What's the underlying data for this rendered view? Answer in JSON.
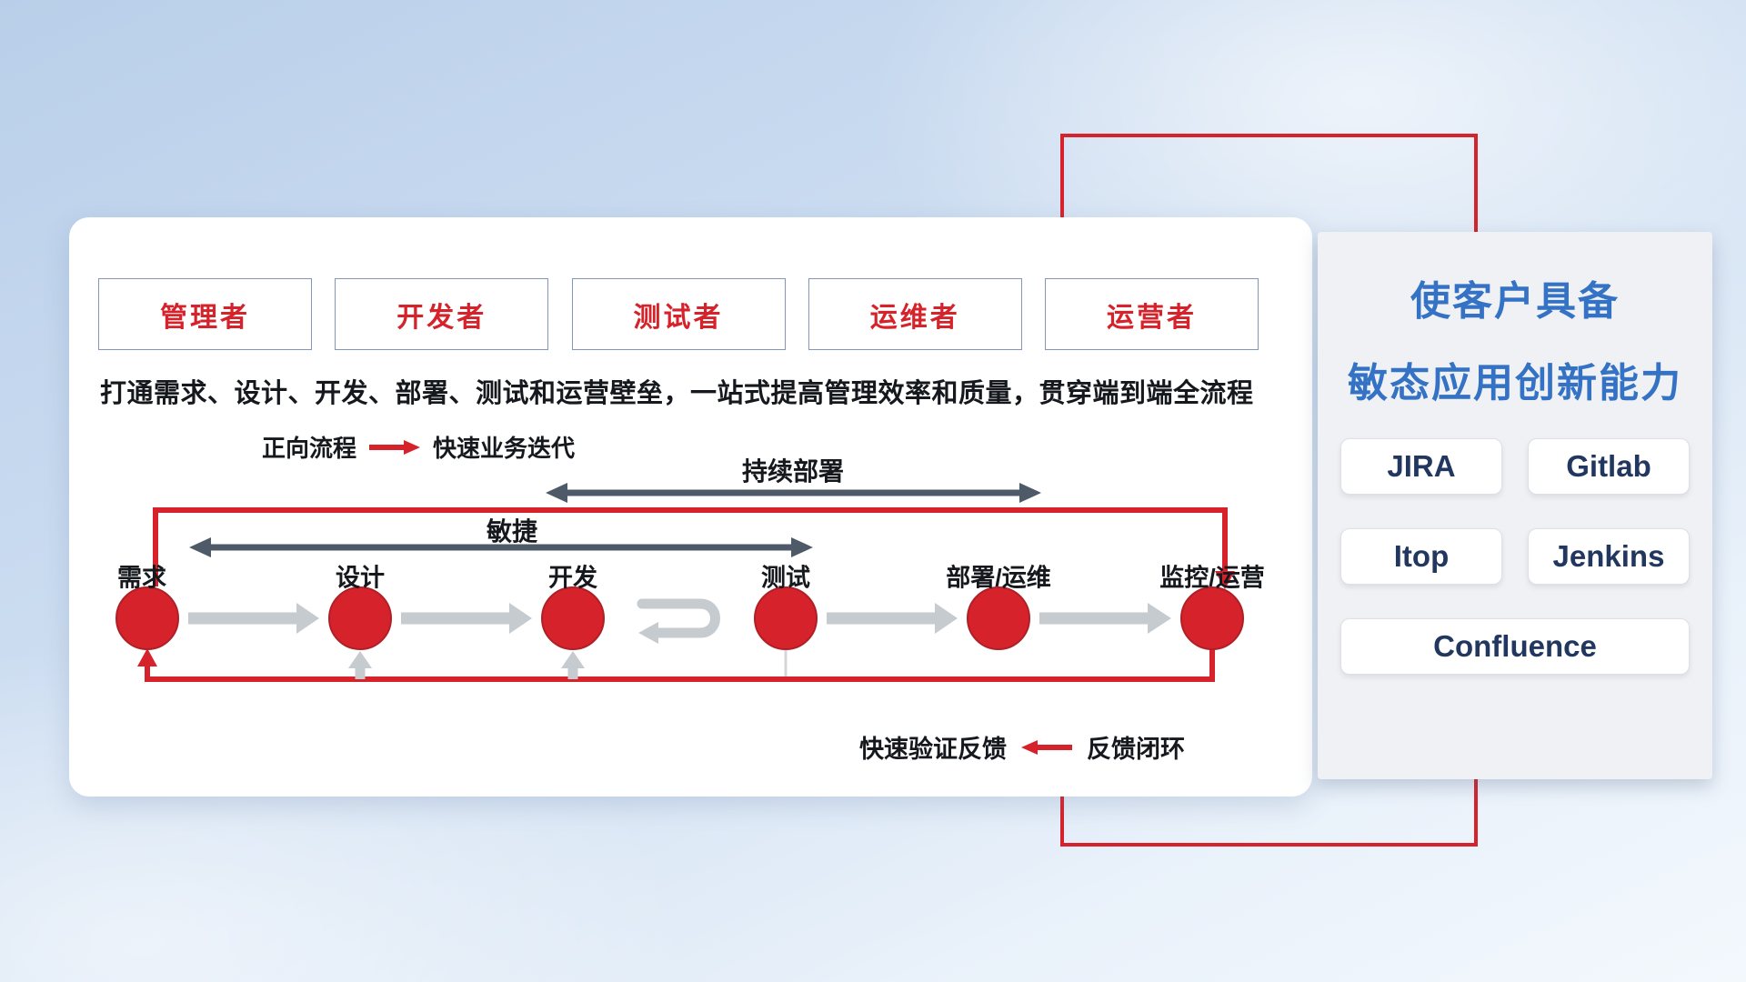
{
  "colors": {
    "red": "#d6232b",
    "dark_arrow": "#4e5a68",
    "light_arrow": "#c6cbd0",
    "title_blue": "#3372c4",
    "tool_navy": "#22375f"
  },
  "roles": [
    {
      "label": "管理者"
    },
    {
      "label": "开发者"
    },
    {
      "label": "测试者"
    },
    {
      "label": "运维者"
    },
    {
      "label": "运营者"
    }
  ],
  "headline": "打通需求、设计、开发、部署、测试和运营壁垒，一站式提高管理效率和质量，贯穿端到端全流程",
  "legend": {
    "forward_label": "正向流程",
    "forward_desc": "快速业务迭代",
    "feedback_desc": "快速验证反馈",
    "feedback_label": "反馈闭环"
  },
  "flow": {
    "continuous_deployment": "持续部署",
    "agile": "敏捷",
    "stages": [
      "需求",
      "设计",
      "开发",
      "测试",
      "部署/运维",
      "监控/运营"
    ]
  },
  "panel": {
    "title_line1": "使客户具备",
    "title_line2": "敏态应用创新能力",
    "tools": [
      "JIRA",
      "Gitlab",
      "Itop",
      "Jenkins",
      "Confluence"
    ]
  }
}
